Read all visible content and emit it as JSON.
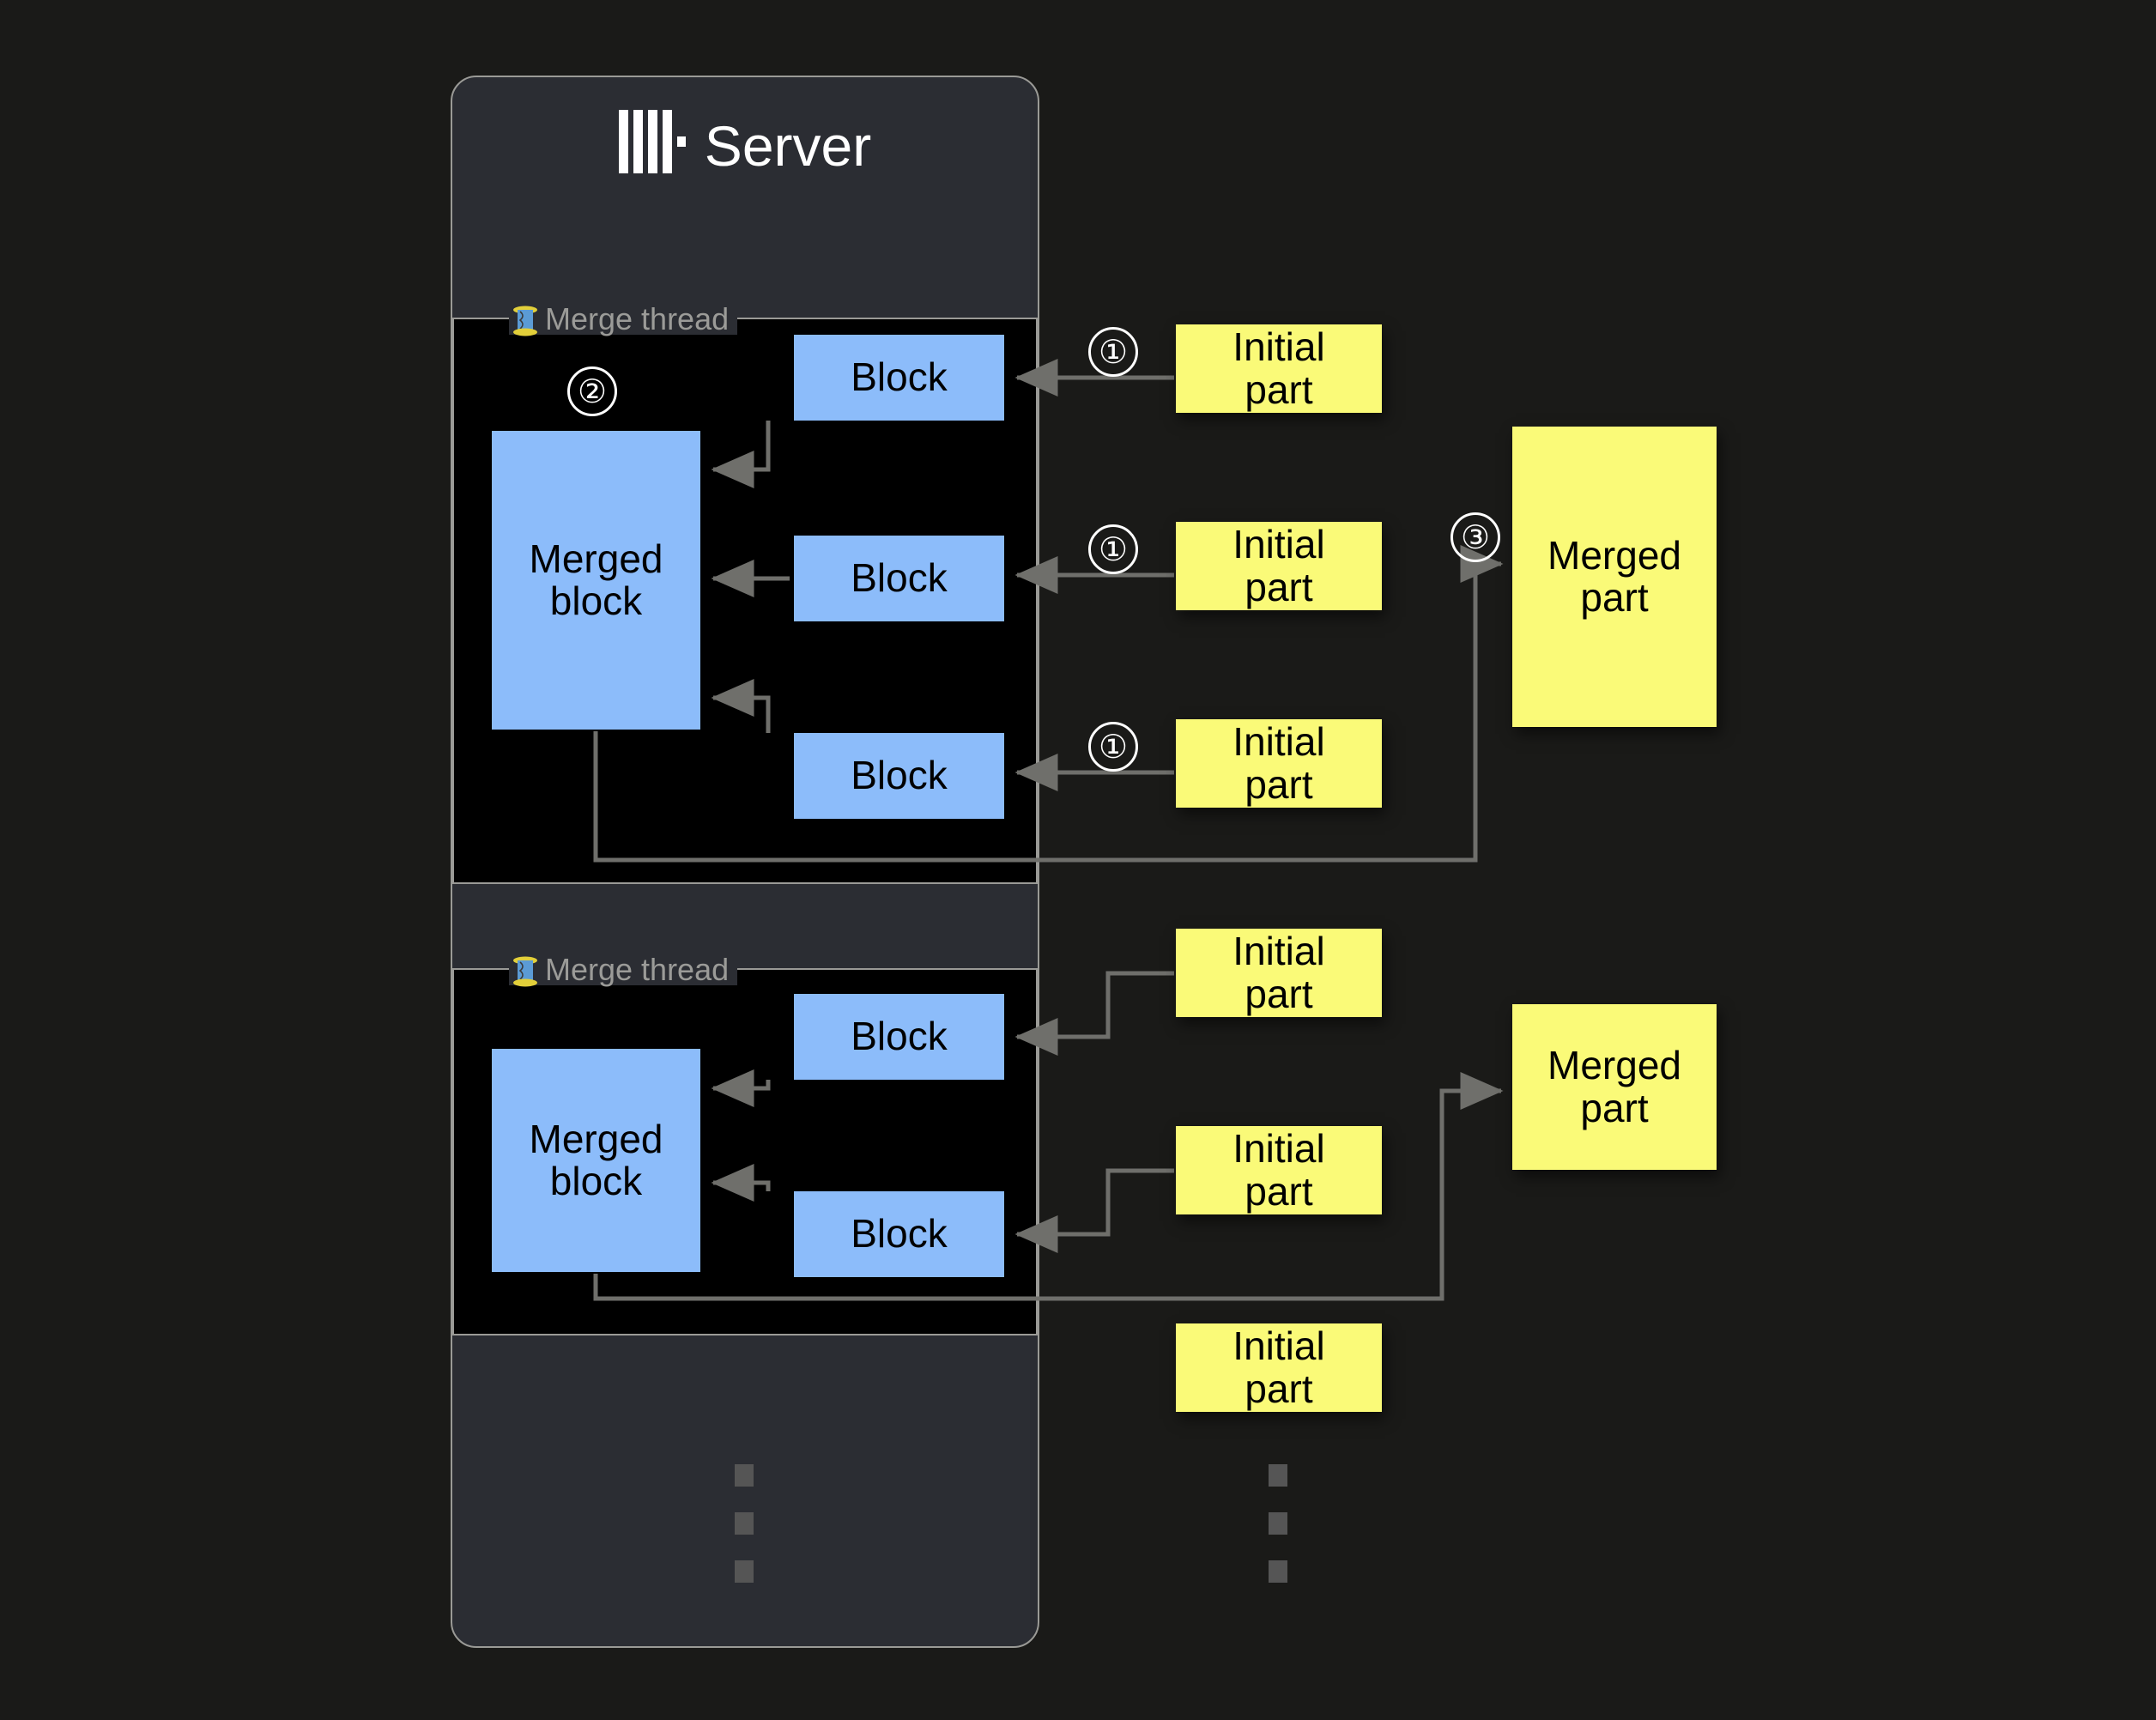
{
  "page": {
    "background_color": "#1a1a18"
  },
  "server": {
    "title": "Server",
    "logo_icon": "clickhouse-logo-icon",
    "panel_color": "#2b2d33",
    "border_color": "#9a9a96"
  },
  "merge_threads": [
    {
      "legend": "Merge thread",
      "legend_icon": "thread-spool-icon",
      "merged_block_label": "Merged block",
      "blocks": [
        "Block",
        "Block",
        "Block"
      ]
    },
    {
      "legend": "Merge thread",
      "legend_icon": "thread-spool-icon",
      "merged_block_label": "Merged block",
      "blocks": [
        "Block",
        "Block"
      ]
    }
  ],
  "initial_parts": [
    "Initial\npart",
    "Initial\npart",
    "Initial\npart",
    "Initial\npart",
    "Initial\npart",
    "Initial\npart"
  ],
  "initial_parts_lines": [
    {
      "line1": "Initial",
      "line2": "part"
    },
    {
      "line1": "Initial",
      "line2": "part"
    },
    {
      "line1": "Initial",
      "line2": "part"
    },
    {
      "line1": "Initial",
      "line2": "part"
    },
    {
      "line1": "Initial",
      "line2": "part"
    },
    {
      "line1": "Initial",
      "line2": "part"
    }
  ],
  "merged_parts": [
    {
      "line1": "Merged",
      "line2": "part"
    },
    {
      "line1": "Merged",
      "line2": "part"
    }
  ],
  "block_labels": {
    "block": "Block",
    "merged_block_line1": "Merged",
    "merged_block_line2": "block"
  },
  "steps": [
    {
      "id": "step-1a",
      "label": "①"
    },
    {
      "id": "step-1b",
      "label": "①"
    },
    {
      "id": "step-1c",
      "label": "①"
    },
    {
      "id": "step-2",
      "label": "②"
    },
    {
      "id": "step-3",
      "label": "③"
    }
  ],
  "ellipsis": {
    "dot_count": 3,
    "color": "#555555"
  },
  "colors": {
    "background": "#1a1a18",
    "panel": "#2b2d33",
    "panel_inner": "#000000",
    "block_blue": "#8cbcfa",
    "part_yellow": "#fafa78",
    "wire_gray": "#6f6f6b",
    "border_gray": "#9a9a96",
    "legend_text": "#9b9b98",
    "title_text": "#ffffff"
  }
}
